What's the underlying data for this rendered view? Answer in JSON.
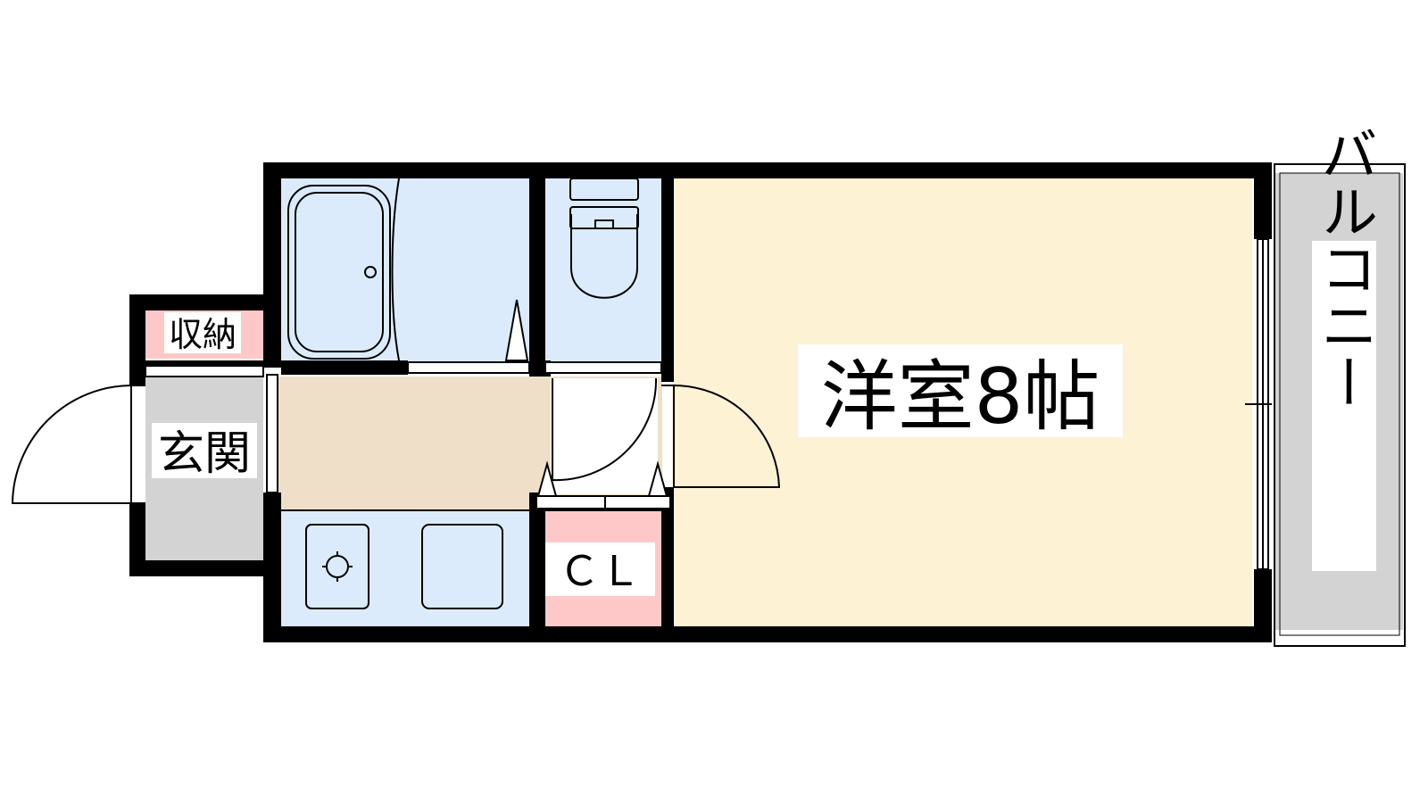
{
  "floor_plan": {
    "rooms": {
      "western_room": "洋室8帖",
      "balcony": "バルコニー",
      "entrance": "玄関",
      "storage": "収納",
      "closet": "ＣＬ"
    }
  },
  "colors": {
    "wall": "#000000",
    "western_room_fill": "#fdf2d3",
    "wet_area_fill": "#dcebfb",
    "hallway_fill": "#efdfc8",
    "entrance_fill": "#d3d3d3",
    "balcony_fill": "#d3d3d3",
    "storage_fill": "#ffc8c8",
    "closet_fill": "#ffc8c8"
  }
}
